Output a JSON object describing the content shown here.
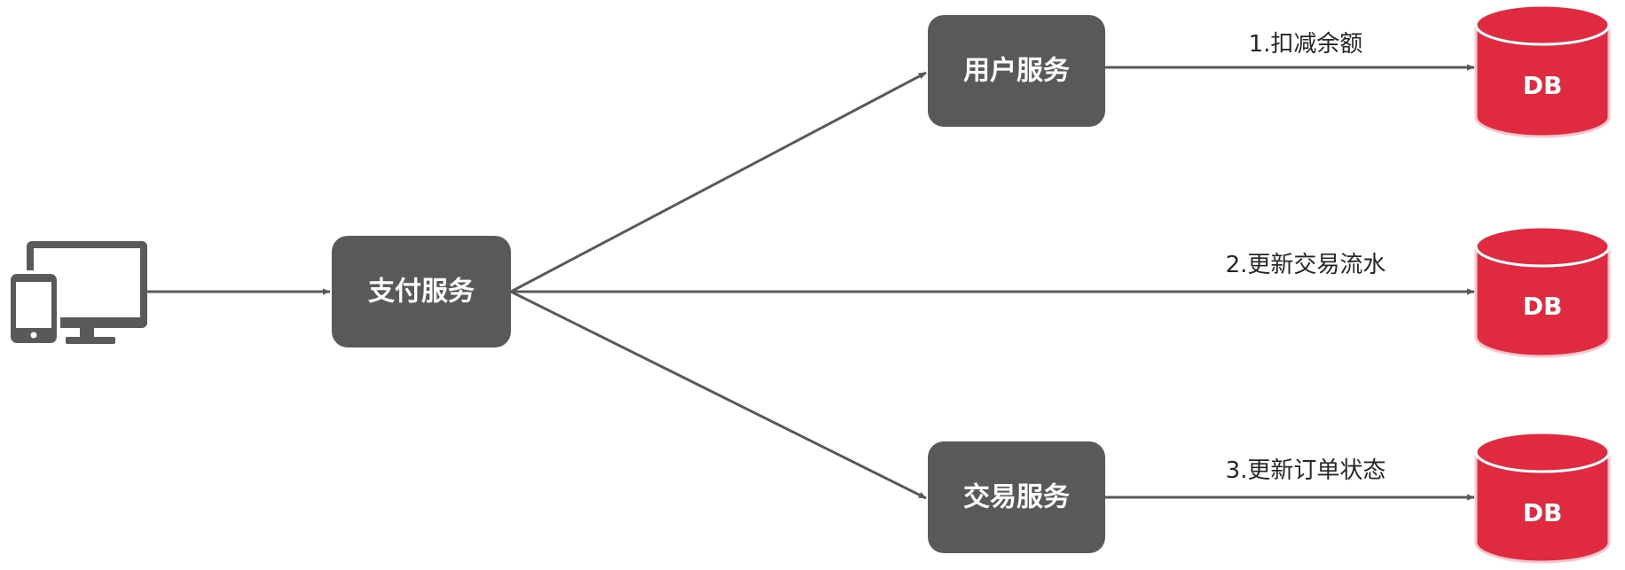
{
  "colors": {
    "service_box": "#595959",
    "service_text": "#ffffff",
    "arrow": "#595959",
    "database": "#e02a3f",
    "label_text": "#262626"
  },
  "client": {
    "icon": "devices-icon"
  },
  "services": {
    "pay": {
      "label": "支付服务"
    },
    "user": {
      "label": "用户服务"
    },
    "trade": {
      "label": "交易服务"
    }
  },
  "edges": {
    "deduct": {
      "label": "1.扣减余额"
    },
    "flow": {
      "label": "2.更新交易流水"
    },
    "order": {
      "label": "3.更新订单状态"
    }
  },
  "databases": {
    "db1": {
      "label": "DB",
      "icon": "database-icon"
    },
    "db2": {
      "label": "DB",
      "icon": "database-icon"
    },
    "db3": {
      "label": "DB",
      "icon": "database-icon"
    }
  }
}
